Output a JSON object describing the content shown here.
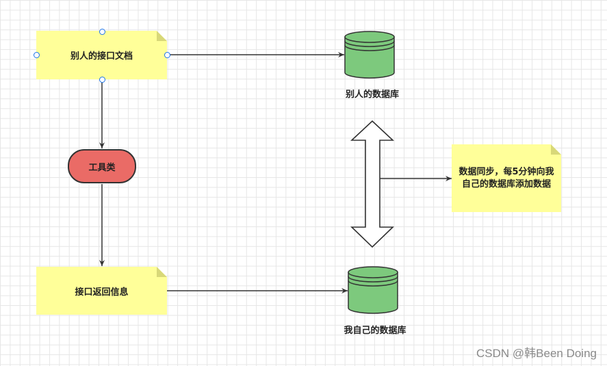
{
  "nodes": {
    "other_api_doc": "别人的接口文档",
    "tool_class": "工具类",
    "api_return_info": "接口返回信息",
    "other_db": "别人的数据库",
    "my_db": "我自己的数据库",
    "sync_note_line1": "数据同步，每5分钟向我",
    "sync_note_line2": "自己的数据库添加数据"
  },
  "colors": {
    "note_fill": "#ffff99",
    "db_fill": "#7dc97d",
    "terminal_fill": "#ea6b66",
    "stroke": "#333333",
    "selection": "#1a73e8"
  },
  "watermark": "CSDN @韩Been Doing"
}
